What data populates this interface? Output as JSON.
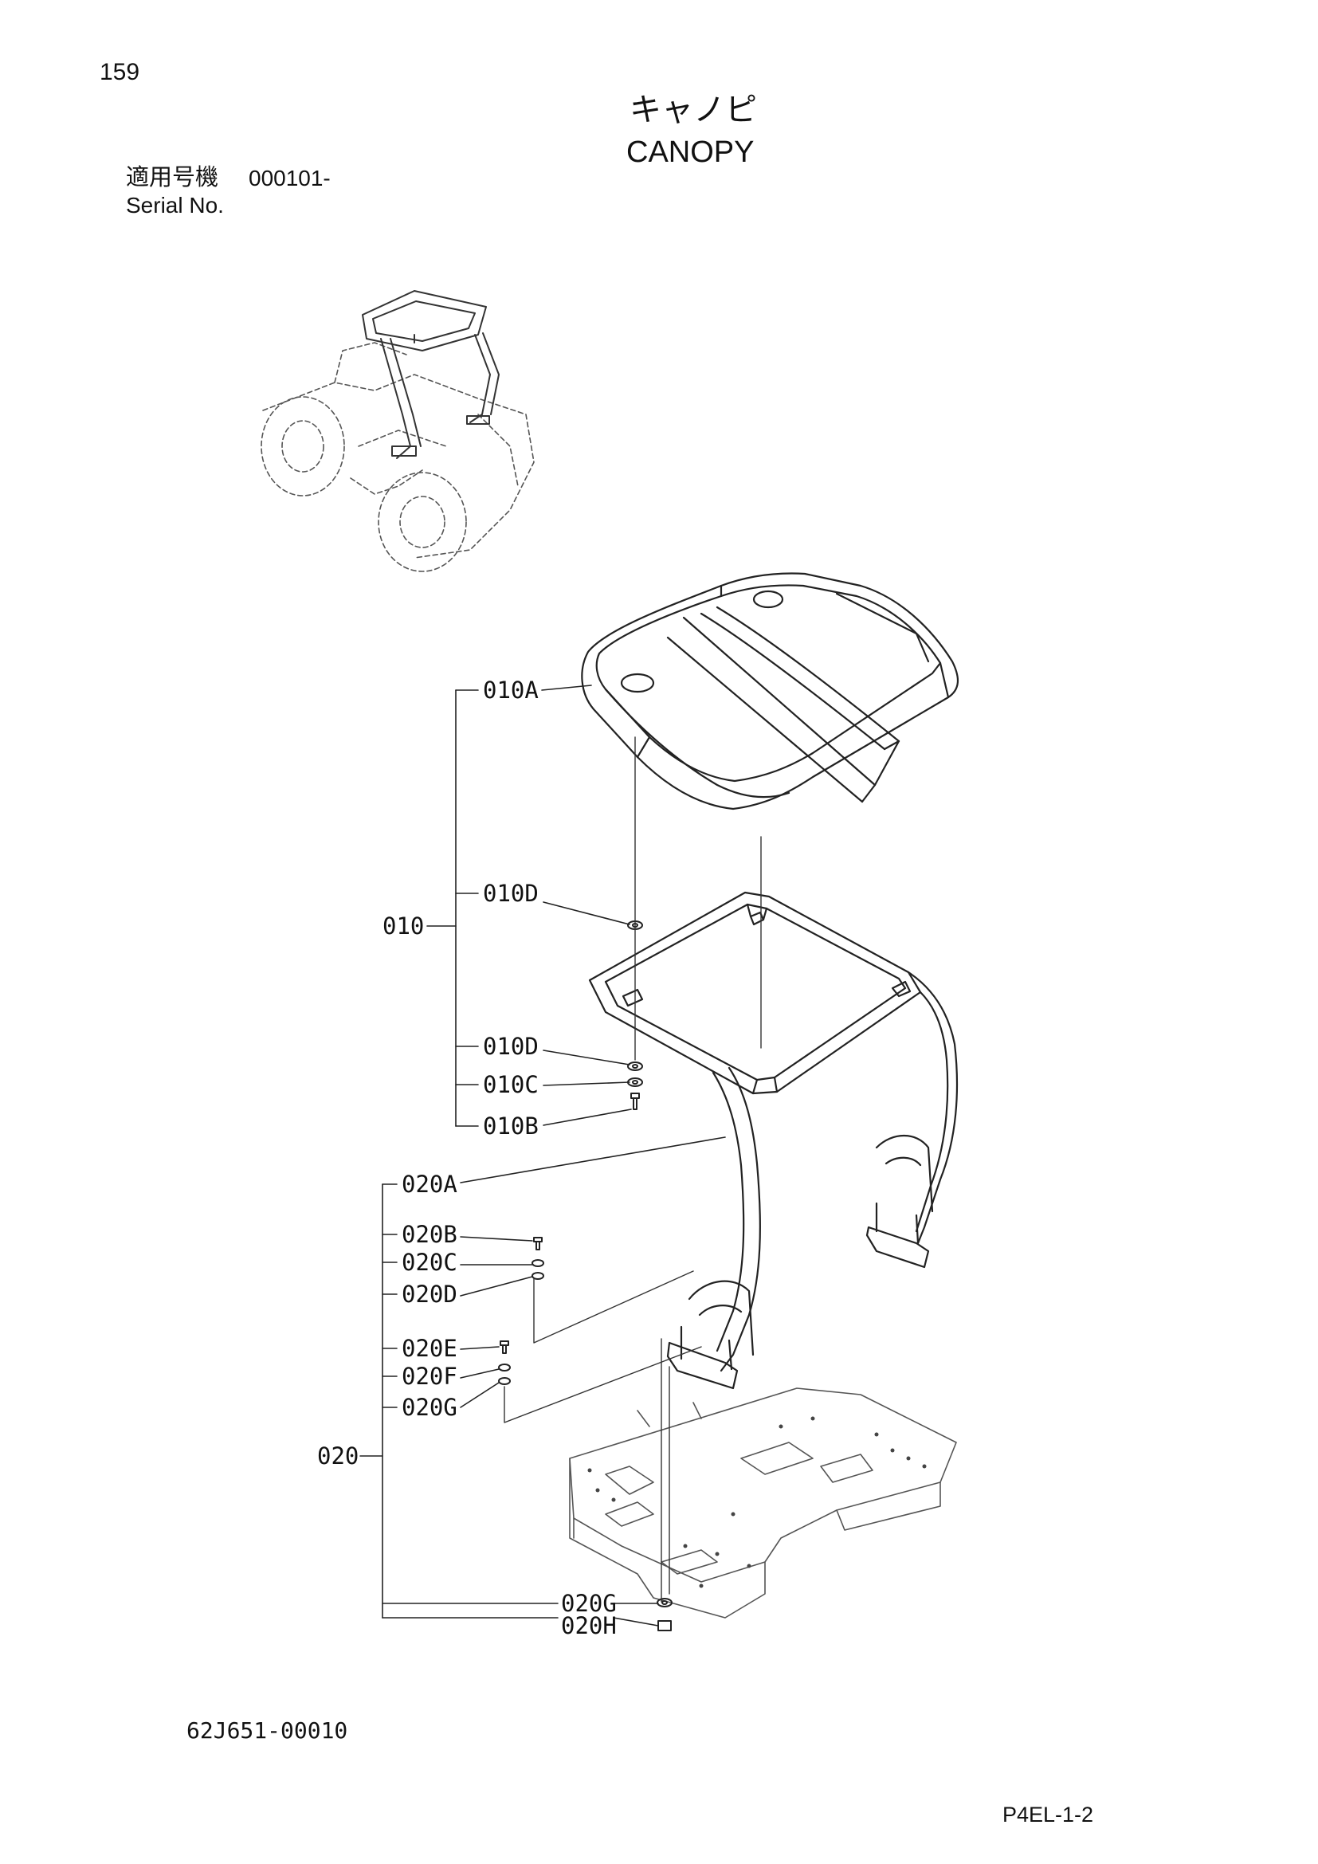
{
  "header": {
    "page_number": "159",
    "title_jp": "キャノピ",
    "title_en": "CANOPY",
    "serial_label_jp": "適用号機",
    "serial_value": "000101-",
    "serial_label_en": "Serial No."
  },
  "footer": {
    "drawing_number": "62J651-00010",
    "page_code": "P4EL-1-2"
  },
  "callouts": {
    "c010": "010",
    "c010A": "010A",
    "c010D_top": "010D",
    "c010D_bottom": "010D",
    "c010C": "010C",
    "c010B": "010B",
    "c020": "020",
    "c020A": "020A",
    "c020B": "020B",
    "c020C": "020C",
    "c020D": "020D",
    "c020E": "020E",
    "c020F": "020F",
    "c020G_top": "020G",
    "c020G_bottom": "020G",
    "c020H": "020H"
  }
}
